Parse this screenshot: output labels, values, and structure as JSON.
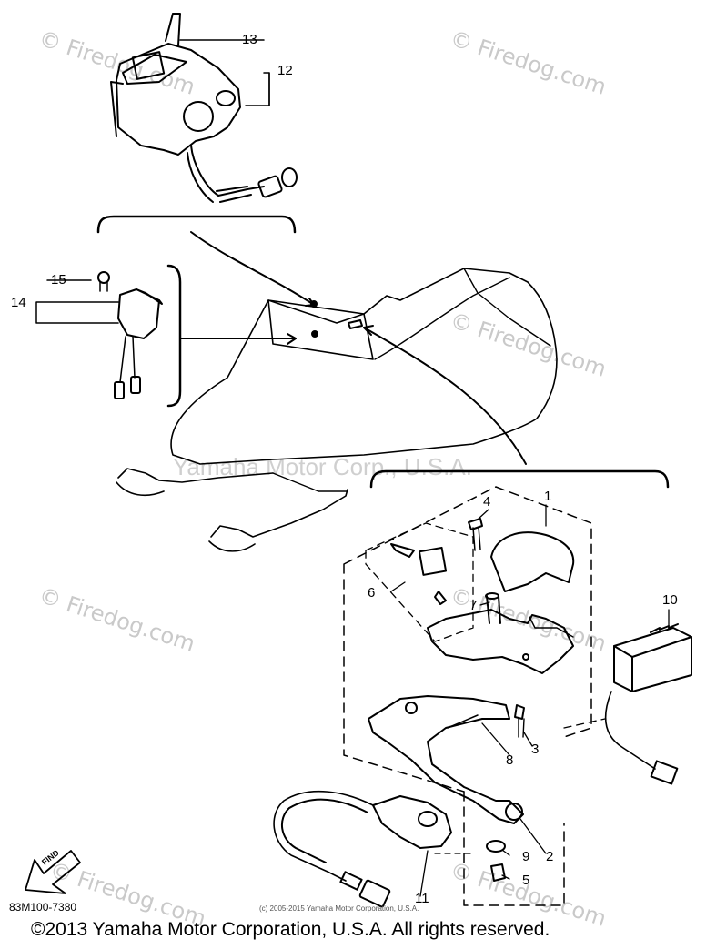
{
  "watermark": "© Firedog.com",
  "brand_watermark": "Yamaha Motor Corp., U.S.A.",
  "callouts": [
    "1",
    "2",
    "3",
    "4",
    "5",
    "6",
    "7",
    "8",
    "9",
    "10",
    "11",
    "12",
    "13",
    "14",
    "15"
  ],
  "find_label": "FIND",
  "diagram_code": "83M100-7380",
  "small_copyright": "(c) 2005-2015 Yamaha Motor Corporation, U.S.A.",
  "footer": "©2013 Yamaha Motor Corporation, U.S.A. All rights reserved."
}
